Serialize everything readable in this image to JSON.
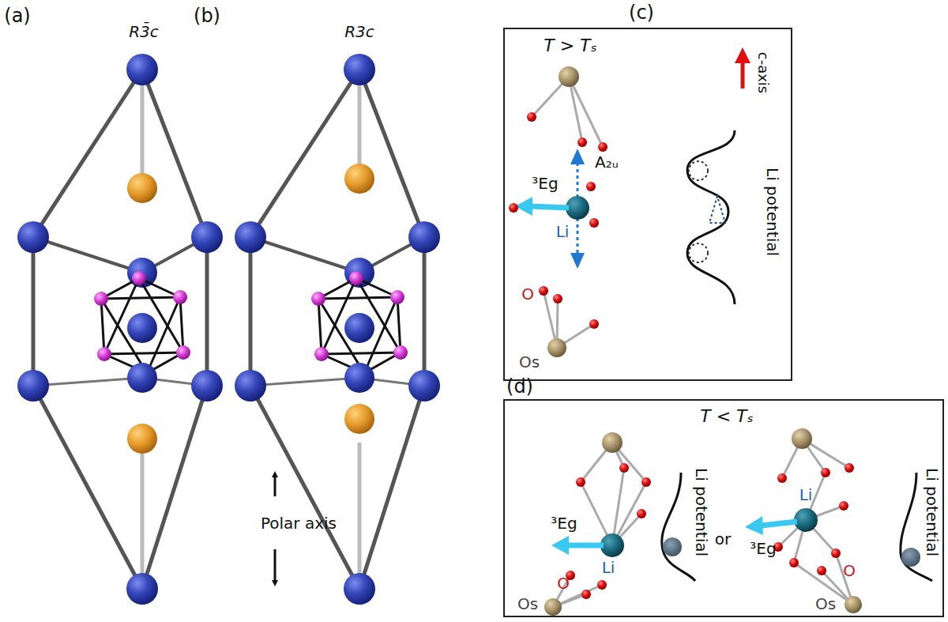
{
  "diagram": {
    "nodes": [
      {
        "text": [
          "(c)",
          "T > Tₛ",
          "c-axis",
          "A₂ᵤ",
          "³Eg",
          "Li",
          "Li potential",
          "O",
          "Os"
        ]
      },
      {
        "text": [
          "(d)",
          "T < Tₛ",
          "³Eg",
          "Li",
          "Li potential",
          "or",
          "³Eg",
          "Li",
          "Li potential",
          "O",
          "Os",
          "O",
          "Os"
        ]
      }
    ],
    "labels": [
      "(a)",
      "R3̄c",
      "(b)",
      "R3c",
      "Polar axis"
    ]
  }
}
